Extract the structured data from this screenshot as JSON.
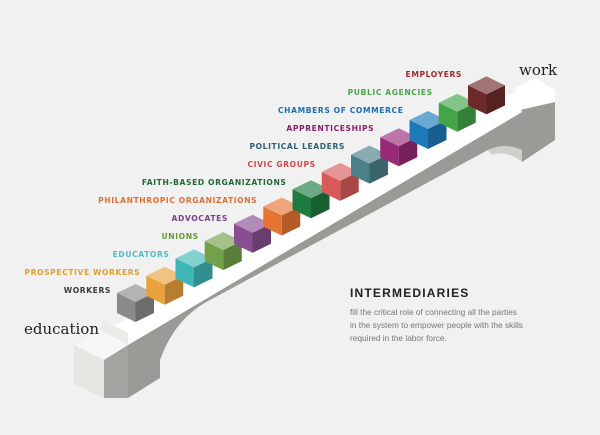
{
  "endpoints": {
    "start": "education",
    "end": "work"
  },
  "intermediaries": {
    "title": "INTERMEDIARIES",
    "lines": [
      "fill the critical role of connecting all the parties",
      "in the system to empower people with the skills",
      "required in the labor force."
    ]
  },
  "steps": [
    {
      "label": "WORKERS",
      "label_color": "#3a3a3a",
      "cube_color": "#8a8a8a"
    },
    {
      "label": "PROSPECTIVE WORKERS",
      "label_color": "#e0a030",
      "cube_color": "#e9a23b"
    },
    {
      "label": "EDUCATORS",
      "label_color": "#4fbcc0",
      "cube_color": "#3fb6b6"
    },
    {
      "label": "UNIONS",
      "label_color": "#6a9a3a",
      "cube_color": "#73a04a"
    },
    {
      "label": "ADVOCATES",
      "label_color": "#7a3f8a",
      "cube_color": "#884e91"
    },
    {
      "label": "PHILANTHROPIC ORGANIZATIONS",
      "label_color": "#e07030",
      "cube_color": "#e67535"
    },
    {
      "label": "FAITH-BASED ORGANIZATIONS",
      "label_color": "#1f6a35",
      "cube_color": "#1e7a3e"
    },
    {
      "label": "CIVIC GROUPS",
      "label_color": "#d04848",
      "cube_color": "#da5a5a"
    },
    {
      "label": "POLITICAL LEADERS",
      "label_color": "#2f6070",
      "cube_color": "#4a8088"
    },
    {
      "label": "APPRENTICESHIPS",
      "label_color": "#8a1f6e",
      "cube_color": "#962a78"
    },
    {
      "label": "CHAMBERS OF COMMERCE",
      "label_color": "#1a70b0",
      "cube_color": "#1d7ab8"
    },
    {
      "label": "PUBLIC AGENCIES",
      "label_color": "#4aa64a",
      "cube_color": "#44a449"
    },
    {
      "label": "EMPLOYERS",
      "label_color": "#a0282a",
      "cube_color": "#6e2a2a"
    }
  ]
}
